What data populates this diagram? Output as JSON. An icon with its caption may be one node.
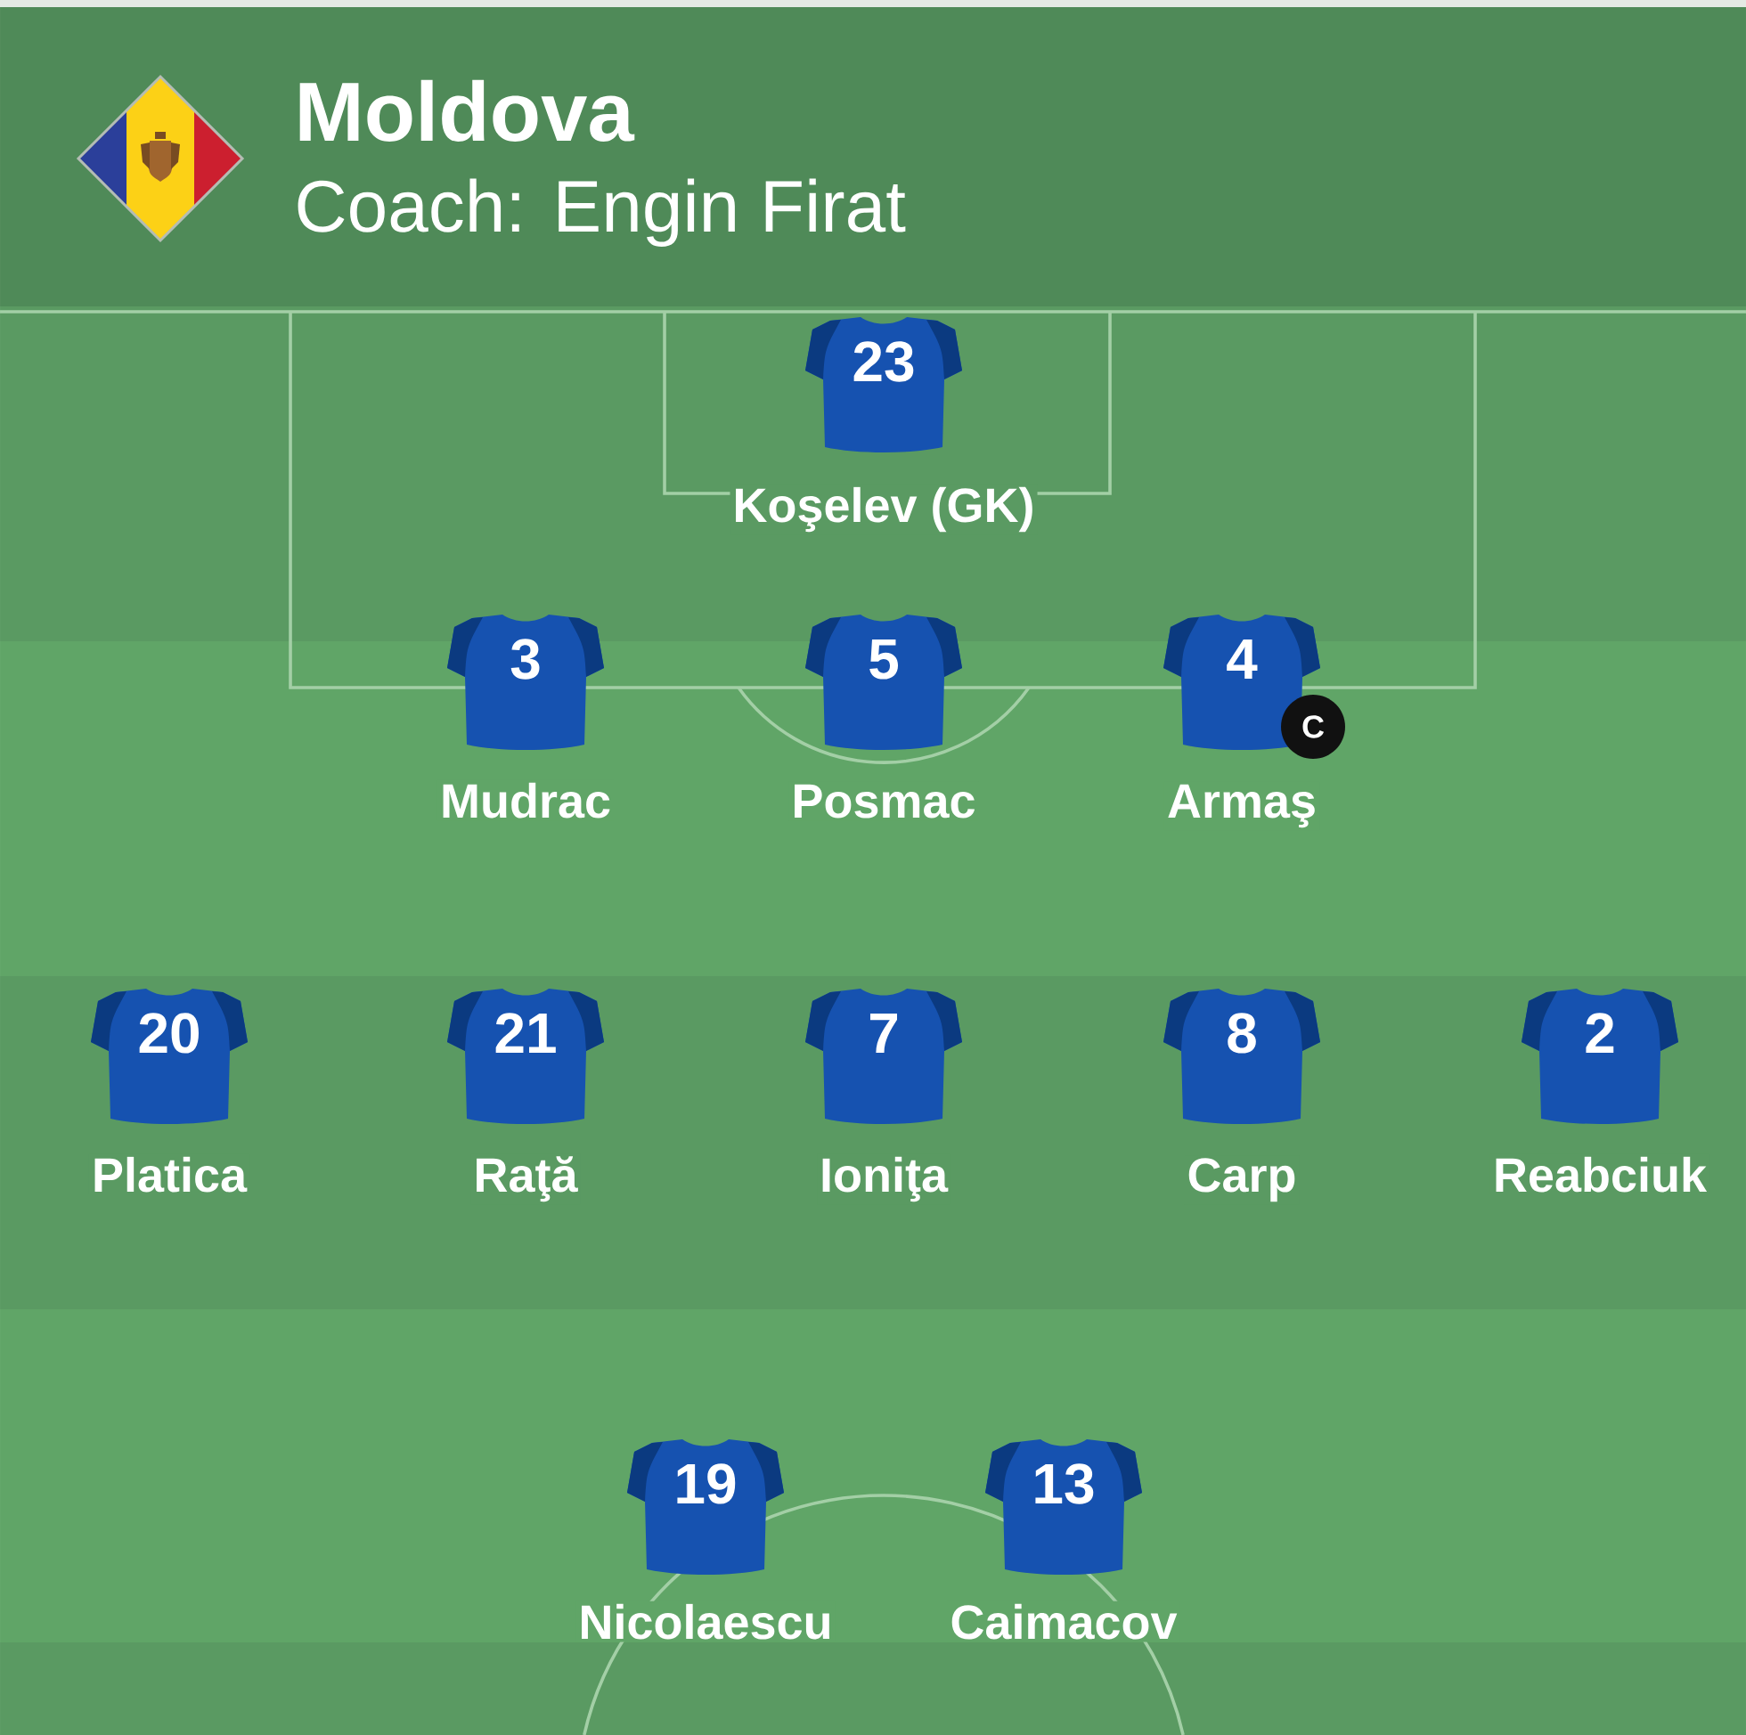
{
  "diagram": {
    "title": "Moldova",
    "nodes": [
      {
        "text": [
          "23"
        ],
        "beside": [
          "Koşelev (GK)"
        ]
      },
      {
        "text": [
          "3"
        ],
        "beside": [
          "Mudrac"
        ]
      },
      {
        "text": [
          "5"
        ],
        "beside": [
          "Posmac"
        ]
      },
      {
        "text": [
          "4"
        ],
        "beside": [
          "Armaş"
        ]
      },
      {
        "text": [
          "C"
        ]
      },
      {
        "text": [
          "20"
        ],
        "beside": [
          "Platica"
        ]
      },
      {
        "text": [
          "21"
        ],
        "beside": [
          "Raţă"
        ]
      },
      {
        "text": [
          "7"
        ],
        "beside": [
          "Ioniţa"
        ]
      },
      {
        "text": [
          "8"
        ],
        "beside": [
          "Carp"
        ]
      },
      {
        "text": [
          "2"
        ],
        "beside": [
          "Reabciuk"
        ]
      },
      {
        "text": [
          "19"
        ],
        "beside": [
          "Nicolaescu"
        ]
      },
      {
        "text": [
          "13"
        ],
        "beside": [
          "Caimacov"
        ]
      }
    ],
    "labels": [
      "Coach: Engin Firat"
    ]
  }
}
